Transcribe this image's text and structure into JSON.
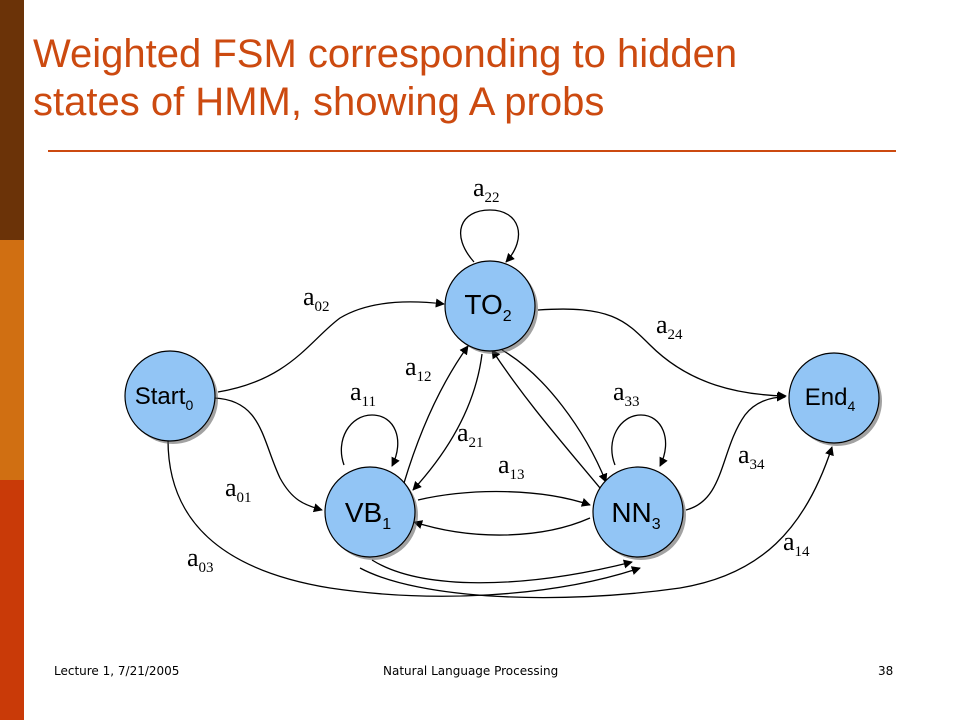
{
  "slide": {
    "title_line1": "Weighted FSM corresponding to hidden",
    "title_line2": "states of HMM, showing A probs",
    "accent_color": "#cc4a10",
    "sidebar_colors": [
      "#6b3308",
      "#d06f12",
      "#c93a08"
    ]
  },
  "diagram": {
    "node_color": "#92c5f5",
    "nodes": [
      {
        "id": "start",
        "name": "Start",
        "sub": "0"
      },
      {
        "id": "to",
        "name": "TO",
        "sub": "2"
      },
      {
        "id": "vb",
        "name": "VB",
        "sub": "1"
      },
      {
        "id": "nn",
        "name": "NN",
        "sub": "3"
      },
      {
        "id": "end",
        "name": "End",
        "sub": "4"
      }
    ],
    "edges": [
      {
        "id": "a22",
        "base": "a",
        "sub": "22"
      },
      {
        "id": "a02",
        "base": "a",
        "sub": "02"
      },
      {
        "id": "a24",
        "base": "a",
        "sub": "24"
      },
      {
        "id": "a12",
        "base": "a",
        "sub": "12"
      },
      {
        "id": "a11",
        "base": "a",
        "sub": "11"
      },
      {
        "id": "a33",
        "base": "a",
        "sub": "33"
      },
      {
        "id": "a21",
        "base": "a",
        "sub": "21"
      },
      {
        "id": "a13",
        "base": "a",
        "sub": "13"
      },
      {
        "id": "a34",
        "base": "a",
        "sub": "34"
      },
      {
        "id": "a01",
        "base": "a",
        "sub": "01"
      },
      {
        "id": "a14",
        "base": "a",
        "sub": "14"
      },
      {
        "id": "a03",
        "base": "a",
        "sub": "03"
      }
    ]
  },
  "footer": {
    "left": "Lecture 1, 7/21/2005",
    "center": "Natural Language Processing",
    "page": "38"
  }
}
